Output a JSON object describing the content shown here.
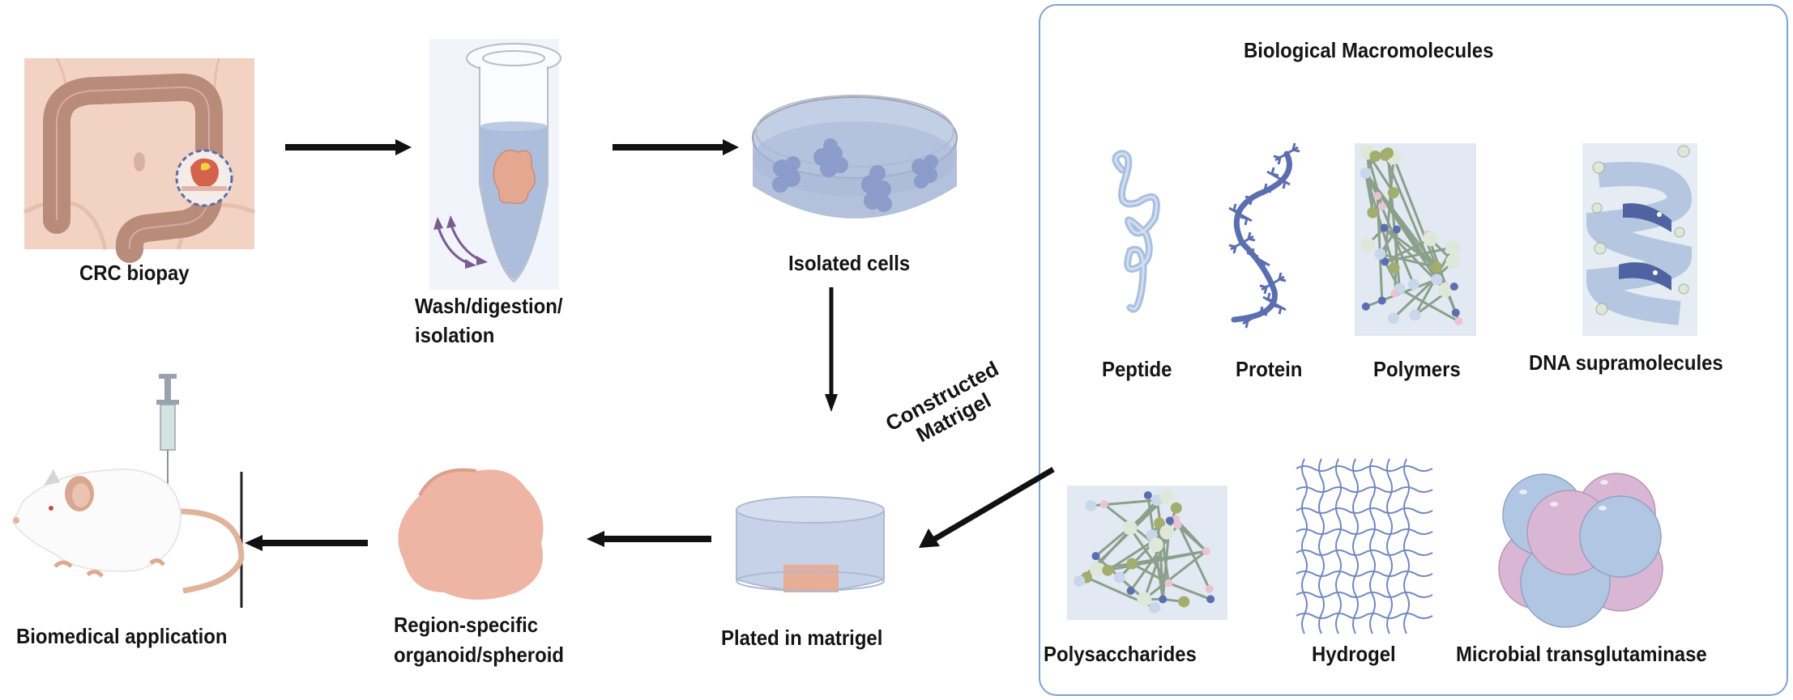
{
  "figure": {
    "steps": {
      "crc_biopsy": "CRC biopay",
      "wash": "Wash/digestion/",
      "wash_line2": "isolation",
      "isolated_cells": "Isolated cells",
      "plated": "Plated in matrigel",
      "organoid": "Region-specific",
      "organoid_line2": "organoid/spheroid",
      "biomedical": "Biomedical application"
    },
    "connector_label": {
      "line1": "Constructed",
      "line2": "Matrigel"
    },
    "macromolecules_panel": {
      "title": "Biological Macromolecules",
      "items": [
        {
          "label": "Peptide"
        },
        {
          "label": "Protein"
        },
        {
          "label": "Polymers"
        },
        {
          "label": "DNA supramolecules"
        },
        {
          "label": "Polysaccharides"
        },
        {
          "label": "Hydrogel"
        },
        {
          "label": "Microbial transglutaminase"
        }
      ]
    },
    "colors": {
      "panel_border": "#7fa3cf",
      "arrow": "#111111",
      "tissue_pink": "#e9b1a0",
      "colon_brown": "#b98b7a",
      "medium_blue": "#aebfdb",
      "cell_blue": "#8797c8",
      "molecule_blue": "#5b6fb0",
      "sphere_blue": "#b1c6e3",
      "sphere_pink": "#d9b6d4",
      "purple_arrow": "#7a5c93"
    }
  }
}
